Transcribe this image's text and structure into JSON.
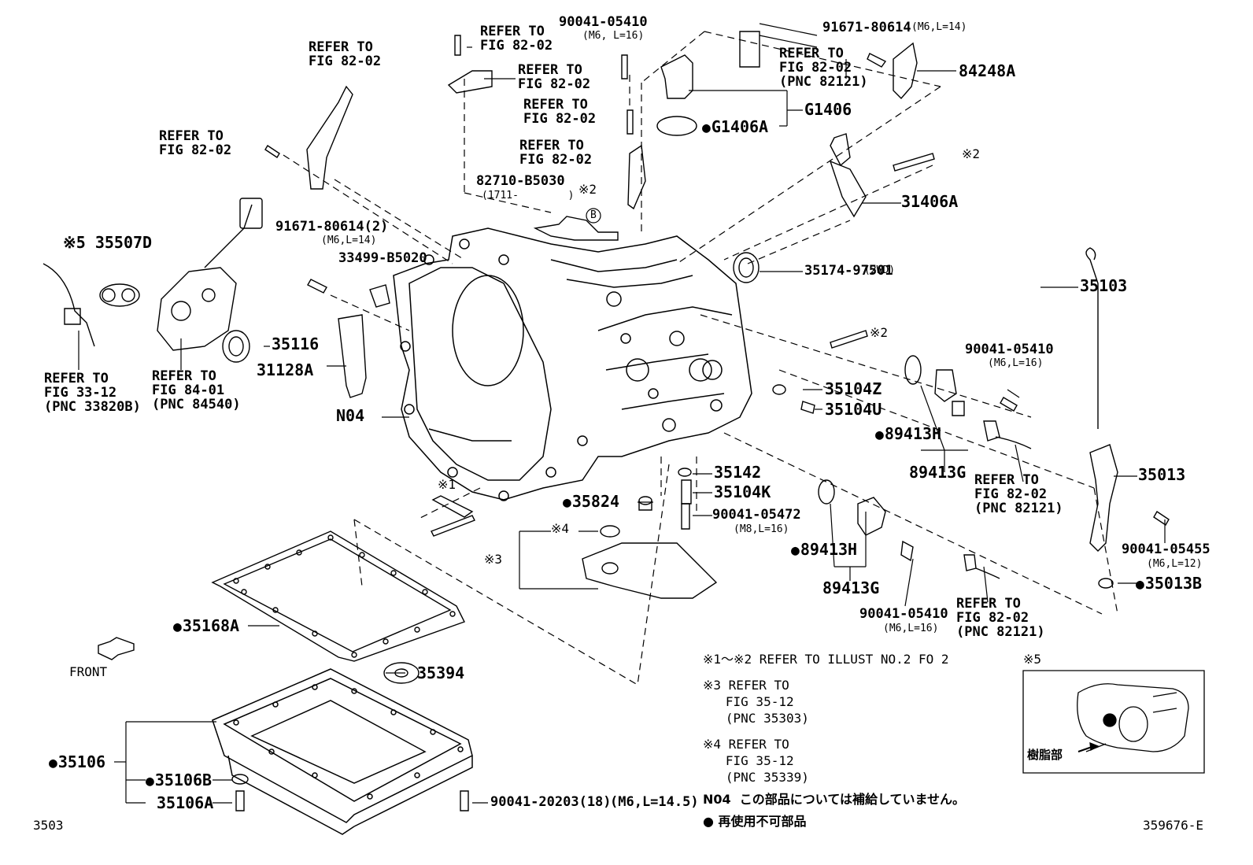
{
  "labels": {
    "refer_fig8202_a": "REFER TO\nFIG 82-02",
    "refer_fig8202_b": "REFER TO\nFIG 82-02",
    "refer_fig8202_c": "REFER TO\nFIG 82-02",
    "refer_fig8202_d": "REFER TO\nFIG 82-02",
    "refer_fig8202_e": "REFER TO\nFIG 82-02",
    "refer_fig8202_f": "REFER TO\nFIG 82-02",
    "refer_fig8202_pnc_top": "REFER TO\nFIG 82-02\n(PNC 82121)",
    "refer_fig8202_pnc_mid": "REFER TO\nFIG 82-02\n(PNC 82121)",
    "refer_fig8202_pnc_bot": "REFER TO\nFIG 82-02\n(PNC 82121)",
    "refer_fig3312": "REFER TO\nFIG 33-12\n(PNC 33820B)",
    "refer_fig8401": "REFER TO\nFIG 84-01\n(PNC 84540)",
    "p_90041_05410_top": "90041-05410",
    "p_90041_05410_top_spec": "(M6, L=16)",
    "p_91671_80614_top": "91671-80614",
    "p_91671_80614_top_spec": "(M6,L=14)",
    "p_84248a": "84248A",
    "p_g1406": "G1406",
    "p_g1406a": "G1406A",
    "p_note2_top": "※2",
    "p_31406a": "31406A",
    "p_82710": "82710-B5030",
    "p_82710_spec": "(1711-        )",
    "p_note2_b": "※2",
    "p_circle_b": "B",
    "p_91671_80614_2": "91671-80614(2)",
    "p_91671_80614_2_spec": "(M6,L=14)",
    "p_33499": "33499-B5020",
    "p_note5_35507d": "※5 35507D",
    "p_35174": "35174-97501",
    "p_35174_spec": "(2WD)",
    "p_35103": "35103",
    "p_35116": "35116",
    "p_31128a": "31128A",
    "p_n04": "N04",
    "p_note2_mid": "※2",
    "p_35104z": "35104Z",
    "p_35104u": "35104U",
    "p_90041_05410_right": "90041-05410",
    "p_90041_05410_right_spec": "(M6,L=16)",
    "p_89413h_top": "89413H",
    "p_89413g_top": "89413G",
    "p_35013": "35013",
    "p_note1": "※1",
    "p_35142": "35142",
    "p_35104k": "35104K",
    "p_90041_05472": "90041-05472",
    "p_90041_05472_spec": "(M8,L=16)",
    "p_35824": "35824",
    "p_note4": "※4",
    "p_note3": "※3",
    "p_89413h_bot": "89413H",
    "p_89413g_bot": "89413G",
    "p_90041_05455": "90041-05455",
    "p_90041_05455_spec": "(M6,L=12)",
    "p_35013b": "35013B",
    "p_90041_05410_bot": "90041-05410",
    "p_90041_05410_bot_spec": "(M6,L=16)",
    "p_35168a": "35168A",
    "p_35394": "35394",
    "p_35106": "35106",
    "p_35106b": "35106B",
    "p_35106a": "35106A",
    "p_90041_20203": "90041-20203(18)",
    "p_90041_20203_spec": "(M6,L=14.5)",
    "front": "FRONT"
  },
  "notes": {
    "n1": "※1～※2 REFER TO ILLUST NO.2 FO 2",
    "n3": "※3 REFER TO\n   FIG 35-12\n   (PNC 35303)",
    "n4": "※4 REFER TO\n   FIG 35-12\n   (PNC 35339)",
    "n04": "N04  この部品については補給していません。",
    "dot": "● 再使用不可部品"
  },
  "inset": {
    "title": "※5",
    "resin_label": "樹脂部"
  },
  "footer": {
    "left": "3503",
    "right": "359676-E"
  }
}
